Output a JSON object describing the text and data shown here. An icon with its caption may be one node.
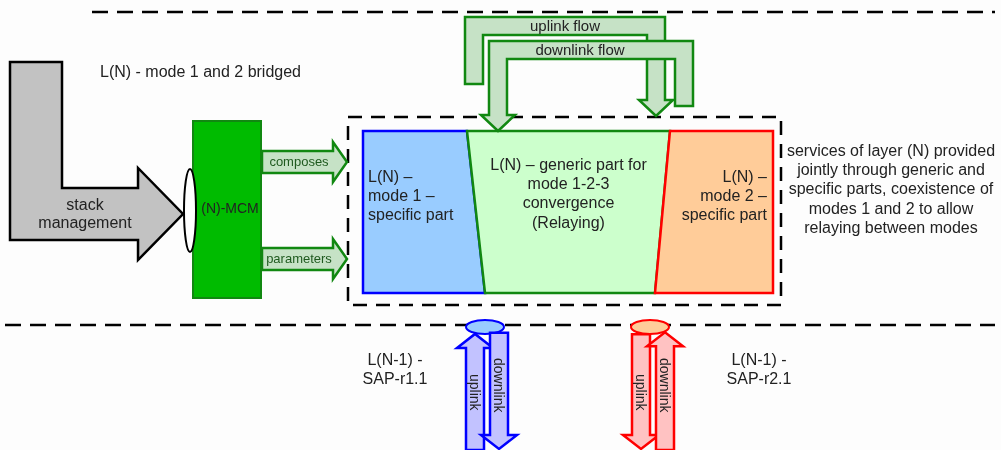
{
  "diagram": {
    "nodes": [
      {
        "text": [],
        "shape": "box"
      },
      {
        "text": [
          "L(N) – mode 1 – specific  part"
        ],
        "in": 0
      },
      {
        "text": [
          "L(N) – generic part for mode 1-2-3 convergence (Relaying)"
        ],
        "in": 0
      },
      {
        "text": [
          "L(N) – mode 2 – specific  part"
        ],
        "in": 0
      },
      {
        "text": [
          "(N)-MCM"
        ]
      },
      {
        "text": [],
        "shape": "ellipse"
      },
      {
        "text": [],
        "shape": "ellipse"
      },
      {
        "text": [],
        "shape": "ellipse"
      }
    ],
    "edges": [
      {
        "from": null,
        "to": 5,
        "arrow": "to",
        "label": "stack management",
        "color": "#000000"
      },
      {
        "from": 4,
        "to": 0,
        "arrow": "to",
        "label": "composes"
      },
      {
        "from": 4,
        "to": 0,
        "arrow": "to",
        "label": "parameters"
      },
      {
        "from": null,
        "to": 0,
        "arrow": "to",
        "label": "uplink flow"
      },
      {
        "from": null,
        "to": 2,
        "arrow": "to",
        "label": "downlink flow"
      },
      {
        "from": null,
        "to": 6,
        "arrow": "to",
        "label": "uplink",
        "color": "#0000ff"
      },
      {
        "from": 6,
        "to": null,
        "arrow": "to",
        "label": "downlink",
        "color": "#0000ff"
      },
      {
        "from": 7,
        "to": null,
        "arrow": "to",
        "label": "uplink",
        "color": "#ff0000"
      },
      {
        "from": null,
        "to": 7,
        "arrow": "to",
        "label": "downlink",
        "color": "#ff0000"
      }
    ],
    "labels": [
      "L(N) - mode 1 and 2 bridged",
      "services of layer (N) provided jointly through generic and specific parts, coexistence of modes 1 and 2 to allow relaying between modes",
      "L(N-1) - SAP-r1.1",
      "L(N-1) - SAP-r2.1"
    ]
  }
}
